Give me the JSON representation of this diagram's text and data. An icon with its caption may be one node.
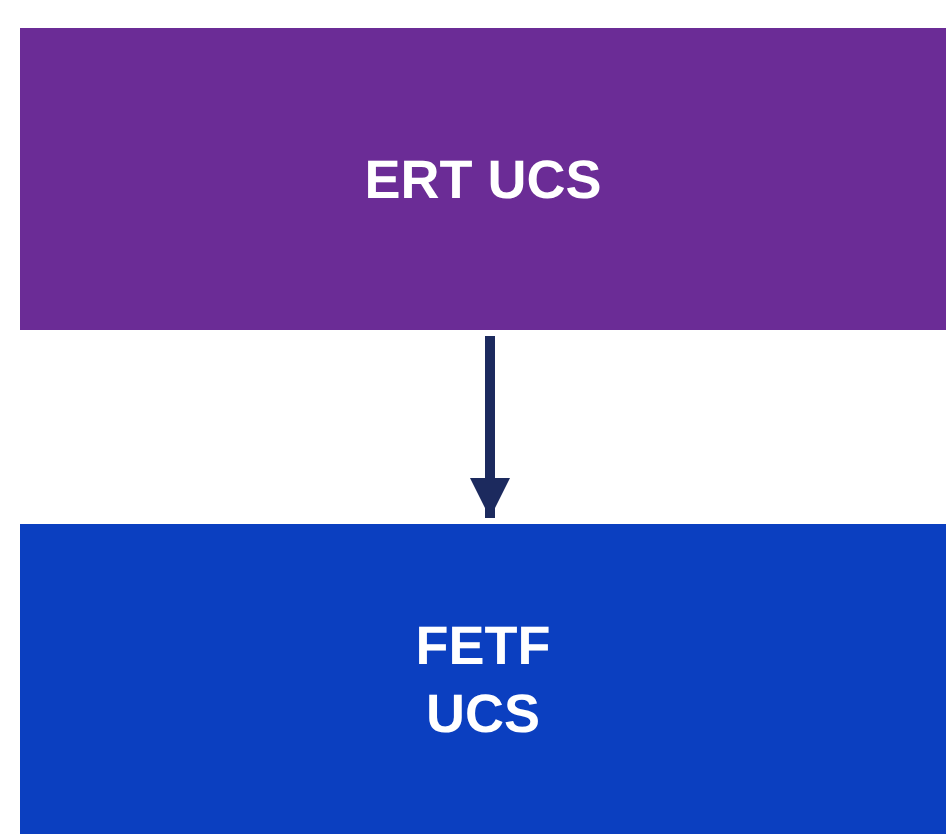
{
  "diagram": {
    "nodes": [
      {
        "text": [
          "ERT UCS"
        ]
      },
      {
        "text": [
          "FETF UCS"
        ]
      }
    ],
    "edges": [
      {
        "from": 0,
        "to": 1,
        "arrow": "to"
      }
    ]
  }
}
